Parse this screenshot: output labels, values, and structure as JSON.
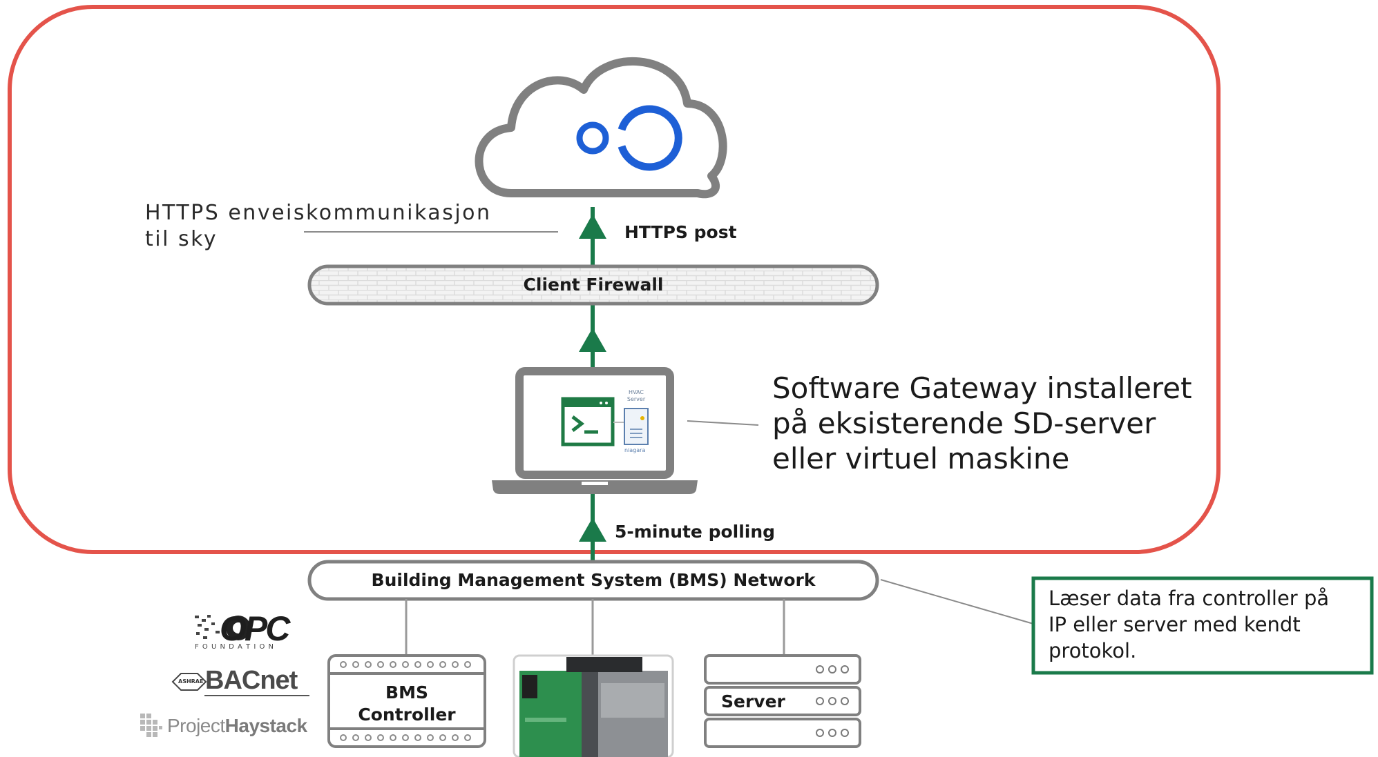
{
  "labels": {
    "https_oneway_line1": "HTTPS enveiskommunikasjon",
    "https_oneway_line2": "til sky",
    "https_post": "HTTPS post",
    "client_firewall": "Client Firewall",
    "gateway_line1": "Software Gateway installeret",
    "gateway_line2": "på eksisterende SD-server",
    "gateway_line3": "eller virtuel maskine",
    "polling": "5-minute polling",
    "bms_network": "Building Management System (BMS) Network",
    "reads_line1": "Læser data fra controller på",
    "reads_line2": "IP eller server med kendt",
    "reads_line3": "protokol.",
    "bms_controller_line1": "BMS",
    "bms_controller_line2": "Controller",
    "server": "Server",
    "screen_hvac_line1": "HVAC",
    "screen_hvac_line2": "Server",
    "screen_niagara": "niagara"
  },
  "logos": {
    "opc": "OPC",
    "opc_sub": "F O U N D A T I O N",
    "ashrae": "ASHRAE",
    "bacnet": "BACnet",
    "haystack_a": "Project",
    "haystack_b": "Haystack"
  },
  "colors": {
    "boundary": "#e4534a",
    "arrow": "#1a7a4a",
    "gray": "#7a7a7a",
    "callout_border": "#1a7a4a",
    "logo_blue": "#1d5fd6",
    "terminal_green": "#1f7a45"
  }
}
